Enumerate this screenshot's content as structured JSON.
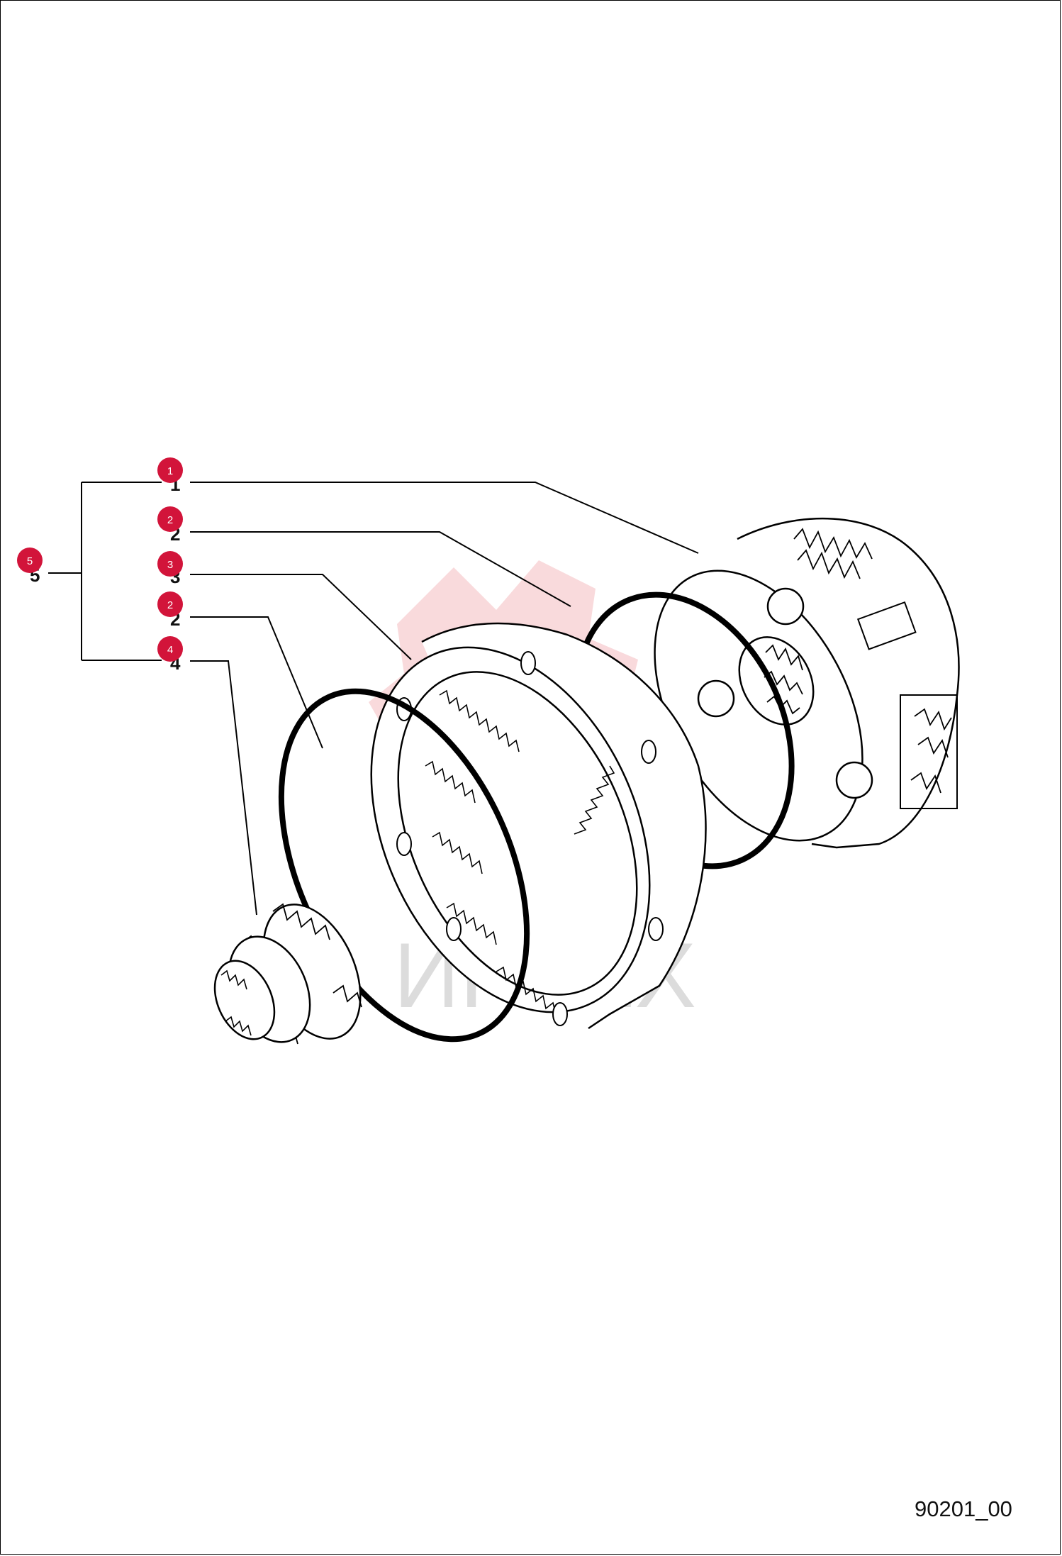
{
  "drawing": {
    "code": "90201_00",
    "watermark_text": "ИРТЕХ",
    "colors": {
      "badge": "#d2143a",
      "watermark": "#f6c9cc",
      "line": "#000000"
    }
  },
  "callouts": [
    {
      "id": "c1",
      "badge": "1",
      "label": "1",
      "part": "planet-carrier"
    },
    {
      "id": "c2a",
      "badge": "2",
      "label": "2",
      "part": "o-ring-rear"
    },
    {
      "id": "c3",
      "badge": "3",
      "label": "3",
      "part": "ring-gear"
    },
    {
      "id": "c2b",
      "badge": "2",
      "label": "2",
      "part": "o-ring-front"
    },
    {
      "id": "c4",
      "badge": "4",
      "label": "4",
      "part": "sun-gear"
    },
    {
      "id": "c5",
      "badge": "5",
      "label": "5",
      "part": "assembly"
    }
  ]
}
